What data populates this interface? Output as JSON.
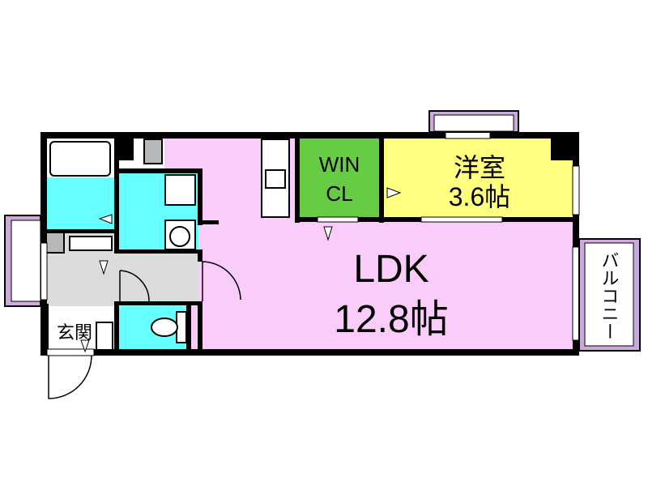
{
  "rooms": {
    "ldk": {
      "name": "LDK",
      "size": "12.8帖"
    },
    "western": {
      "name": "洋室",
      "size": "3.6帖"
    },
    "wic": {
      "line1": "WIN",
      "line2": "CL"
    },
    "entrance": {
      "name": "玄関"
    },
    "balcony": {
      "name": "バルコニー"
    }
  },
  "colors": {
    "ldk": "#f9ccf9",
    "western": "#ffff80",
    "wic": "#66cc44",
    "wet": "#66ffff",
    "hall": "#dcdcdc",
    "balcony": "#ccaadd",
    "wall": "#000000"
  }
}
